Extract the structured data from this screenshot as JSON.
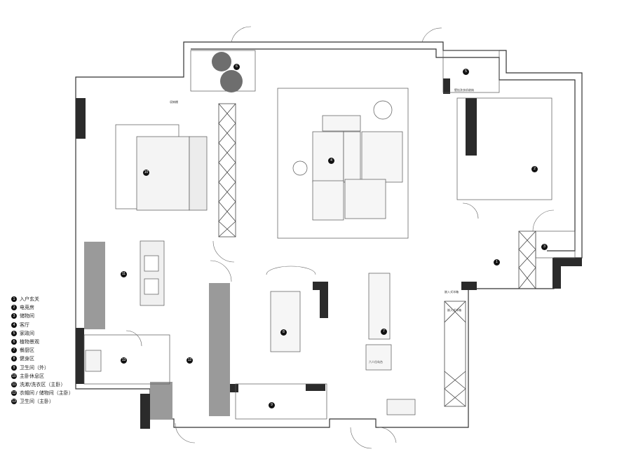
{
  "legend": {
    "items": [
      {
        "num": "1",
        "label": "入户玄关"
      },
      {
        "num": "2",
        "label": "电竞房"
      },
      {
        "num": "3",
        "label": "储物间"
      },
      {
        "num": "4",
        "label": "客厅"
      },
      {
        "num": "5",
        "label": "家政间"
      },
      {
        "num": "6",
        "label": "植物景观"
      },
      {
        "num": "7",
        "label": "餐厨区"
      },
      {
        "num": "8",
        "label": "健身区"
      },
      {
        "num": "9",
        "label": "卫生间（外）"
      },
      {
        "num": "10",
        "label": "主卧休息区"
      },
      {
        "num": "11",
        "label": "洗漱/洗衣区（主卧）"
      },
      {
        "num": "12",
        "label": "衣帽间 / 储物间（主卧）"
      },
      {
        "num": "13",
        "label": "卫生间（主卧）"
      }
    ]
  },
  "markers": {
    "entry": "1",
    "gaming": "2",
    "storage": "3",
    "living": "4",
    "laundry": "5",
    "plants": "6",
    "dining": "7",
    "fitness": "8",
    "bath_out": "9",
    "bedroom": "10",
    "wash": "11",
    "closet": "12",
    "bath_master": "13"
  },
  "small_labels": {
    "wardrobe_top": "収納棚",
    "laundry_cabinet": "壁挂洗衣机收纳",
    "kitchen_top": "嵌入式冰箱",
    "kitchen_cabinet": "嵌入式冰箱",
    "island": "六人位岛台"
  },
  "colors": {
    "wall": "#2b2b2b",
    "line": "#444444",
    "furniture": "#f2f2f2",
    "tile": "#8a8a8a"
  }
}
